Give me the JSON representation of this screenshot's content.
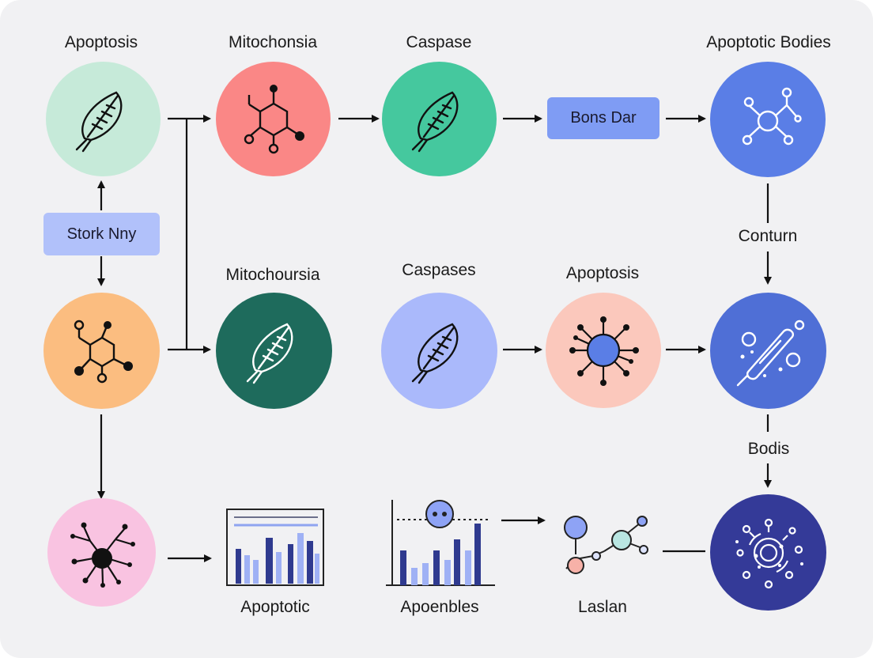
{
  "labels": {
    "apoptosis_top": "Apoptosis",
    "mitochonsia": "Mitochonsia",
    "caspase": "Caspase",
    "apoptotic_bodies": "Apoptotic Bodies",
    "mitochoursia": "Mitochoursia",
    "caspases": "Caspases",
    "apoptosis_mid": "Apoptosis",
    "conturn": "Conturn",
    "bodis": "Bodis",
    "apoptotic": "Apoptotic",
    "apoenbles": "Apoenbles",
    "laslan": "Laslan"
  },
  "boxes": {
    "bons_dar": "Bons Dar",
    "stork_nny": "Stork Nny"
  },
  "colors": {
    "mint": "#c6ead9",
    "coral": "#fa8786",
    "green": "#45c89e",
    "royal_blue": "#5a7ee6",
    "orange": "#fbbd80",
    "dark_teal": "#1e6b5c",
    "periwinkle": "#aab9fb",
    "peach": "#fbc8bc",
    "blue": "#4f6fd6",
    "pink": "#f9c3e1",
    "navy": "#343a98",
    "box_blue": "#7f9cf4",
    "box_lavender": "#b1c1fa"
  },
  "icons": {
    "n1": "leaf-cell-icon",
    "n2": "molecule-icon",
    "n3": "leaf-cell-icon",
    "n4": "network-icon",
    "n5": "molecule-icon",
    "n6": "leaf-cell-icon",
    "n7": "leaf-cell-icon",
    "n8": "virus-icon",
    "n9": "rod-particles-icon",
    "n10": "dendrite-cell-icon",
    "n11": "fragmented-body-icon"
  }
}
